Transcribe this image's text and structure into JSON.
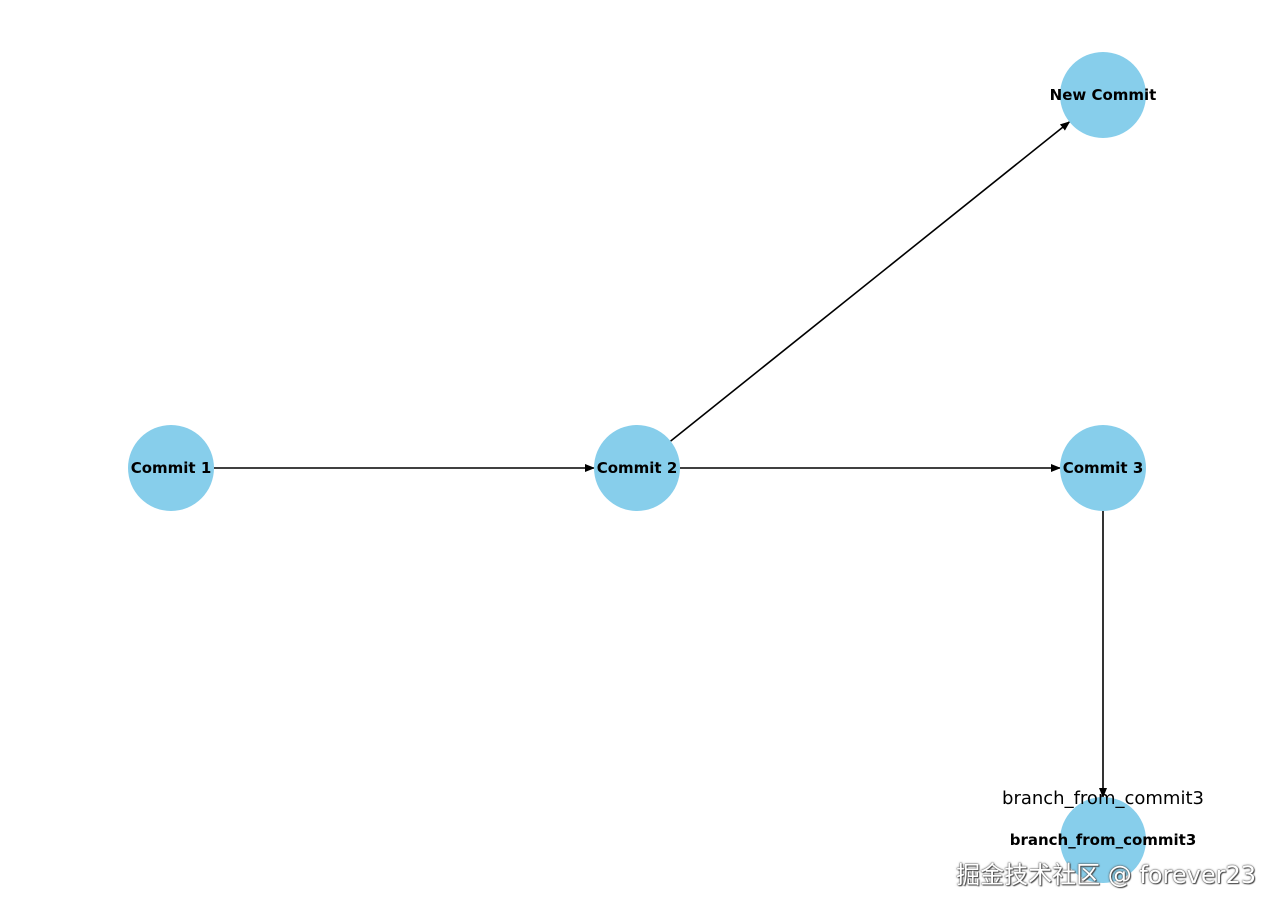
{
  "graph": {
    "node_color": "#87CEEB",
    "edge_color": "#000000",
    "nodes": [
      {
        "id": "commit1",
        "label": "Commit 1"
      },
      {
        "id": "commit2",
        "label": "Commit 2"
      },
      {
        "id": "commit3",
        "label": "Commit 3"
      },
      {
        "id": "new",
        "label": "New Commit"
      },
      {
        "id": "branch",
        "label": "branch_from_commit3"
      }
    ],
    "edges": [
      {
        "from": "commit1",
        "to": "commit2"
      },
      {
        "from": "commit2",
        "to": "commit3"
      },
      {
        "from": "commit2",
        "to": "new"
      },
      {
        "from": "commit3",
        "to": "branch"
      }
    ],
    "branch_annotation": "branch_from_commit3"
  },
  "watermark": "掘金技术社区 @ forever23"
}
